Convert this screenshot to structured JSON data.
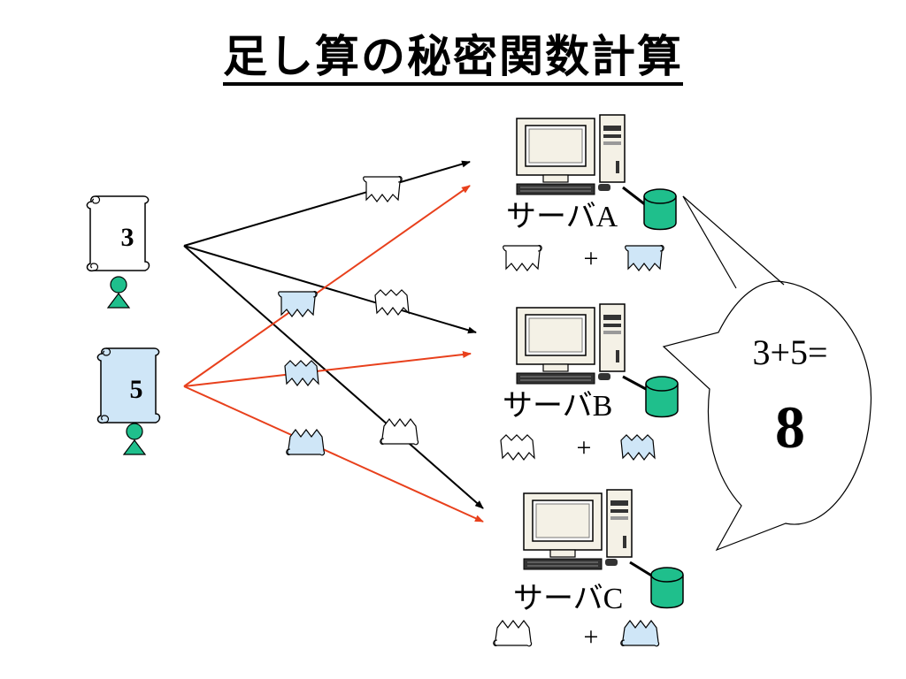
{
  "title": "足し算の秘密関数計算",
  "clients": [
    {
      "value": "3"
    },
    {
      "value": "5"
    }
  ],
  "servers": [
    {
      "label": "サーバA",
      "plus": "+"
    },
    {
      "label": "サーバB",
      "plus": "+"
    },
    {
      "label": "サーバC",
      "plus": "+"
    }
  ],
  "result": {
    "expression": "3+5=",
    "value": "8"
  },
  "colors": {
    "client1_share": "#000000",
    "client2_share": "#e8401c",
    "person": "#1fbf8c",
    "database": "#1fbf8c",
    "share_fill_blue": "#cfe6f7",
    "share_fill_white": "#ffffff"
  }
}
